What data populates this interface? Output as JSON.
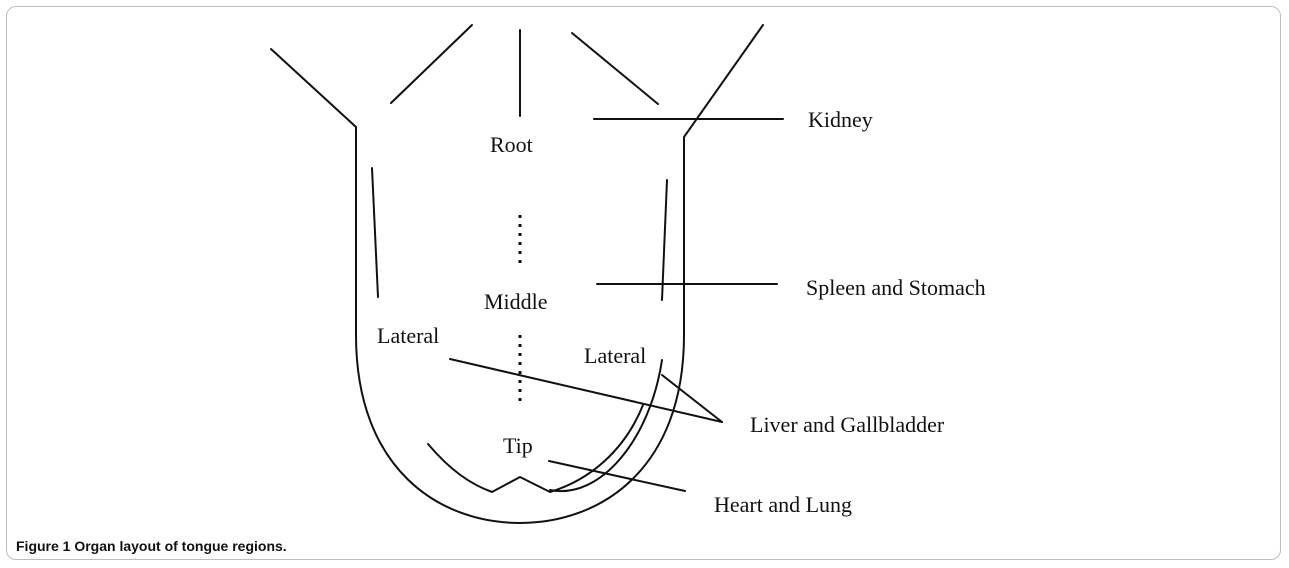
{
  "diagram": {
    "regions": {
      "root": "Root",
      "middle": "Middle",
      "lateral_left": "Lateral",
      "lateral_right": "Lateral",
      "tip": "Tip"
    },
    "organs": {
      "kidney": "Kidney",
      "spleen_stomach": "Spleen and Stomach",
      "liver_gallbladder": "Liver and Gallbladder",
      "heart_lung": "Heart and Lung"
    }
  },
  "caption": {
    "title": "Figure 1 Organ layout of tongue regions."
  }
}
